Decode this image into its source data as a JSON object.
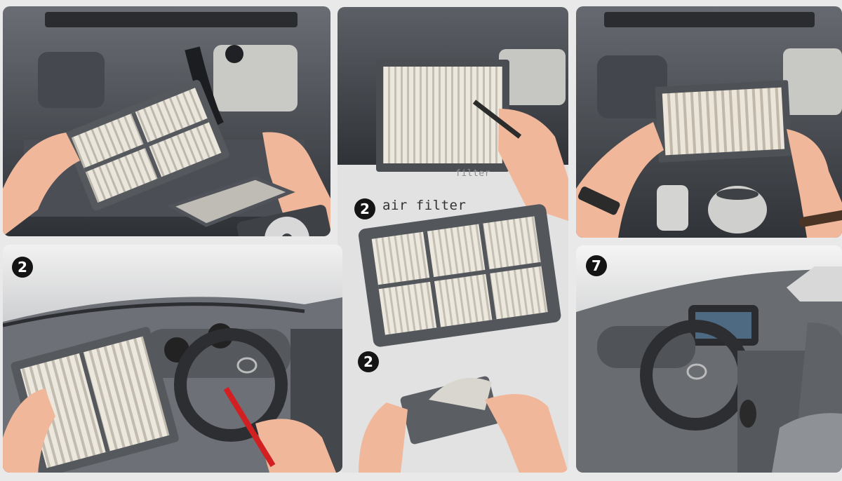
{
  "badges": {
    "cabin_top_left": "2",
    "air_filter_step": "2",
    "cleaning_step": "2",
    "dashboard_step": "7"
  },
  "captions": {
    "faded_filter_label": "filter",
    "air_filter_label": "air filter"
  },
  "colors": {
    "engine_dark": "#3a3d42",
    "filter_frame": "#55595e",
    "filter_pleat": "#ece7dc",
    "skin": "#f0b79a",
    "plier_red": "#d21f22"
  }
}
